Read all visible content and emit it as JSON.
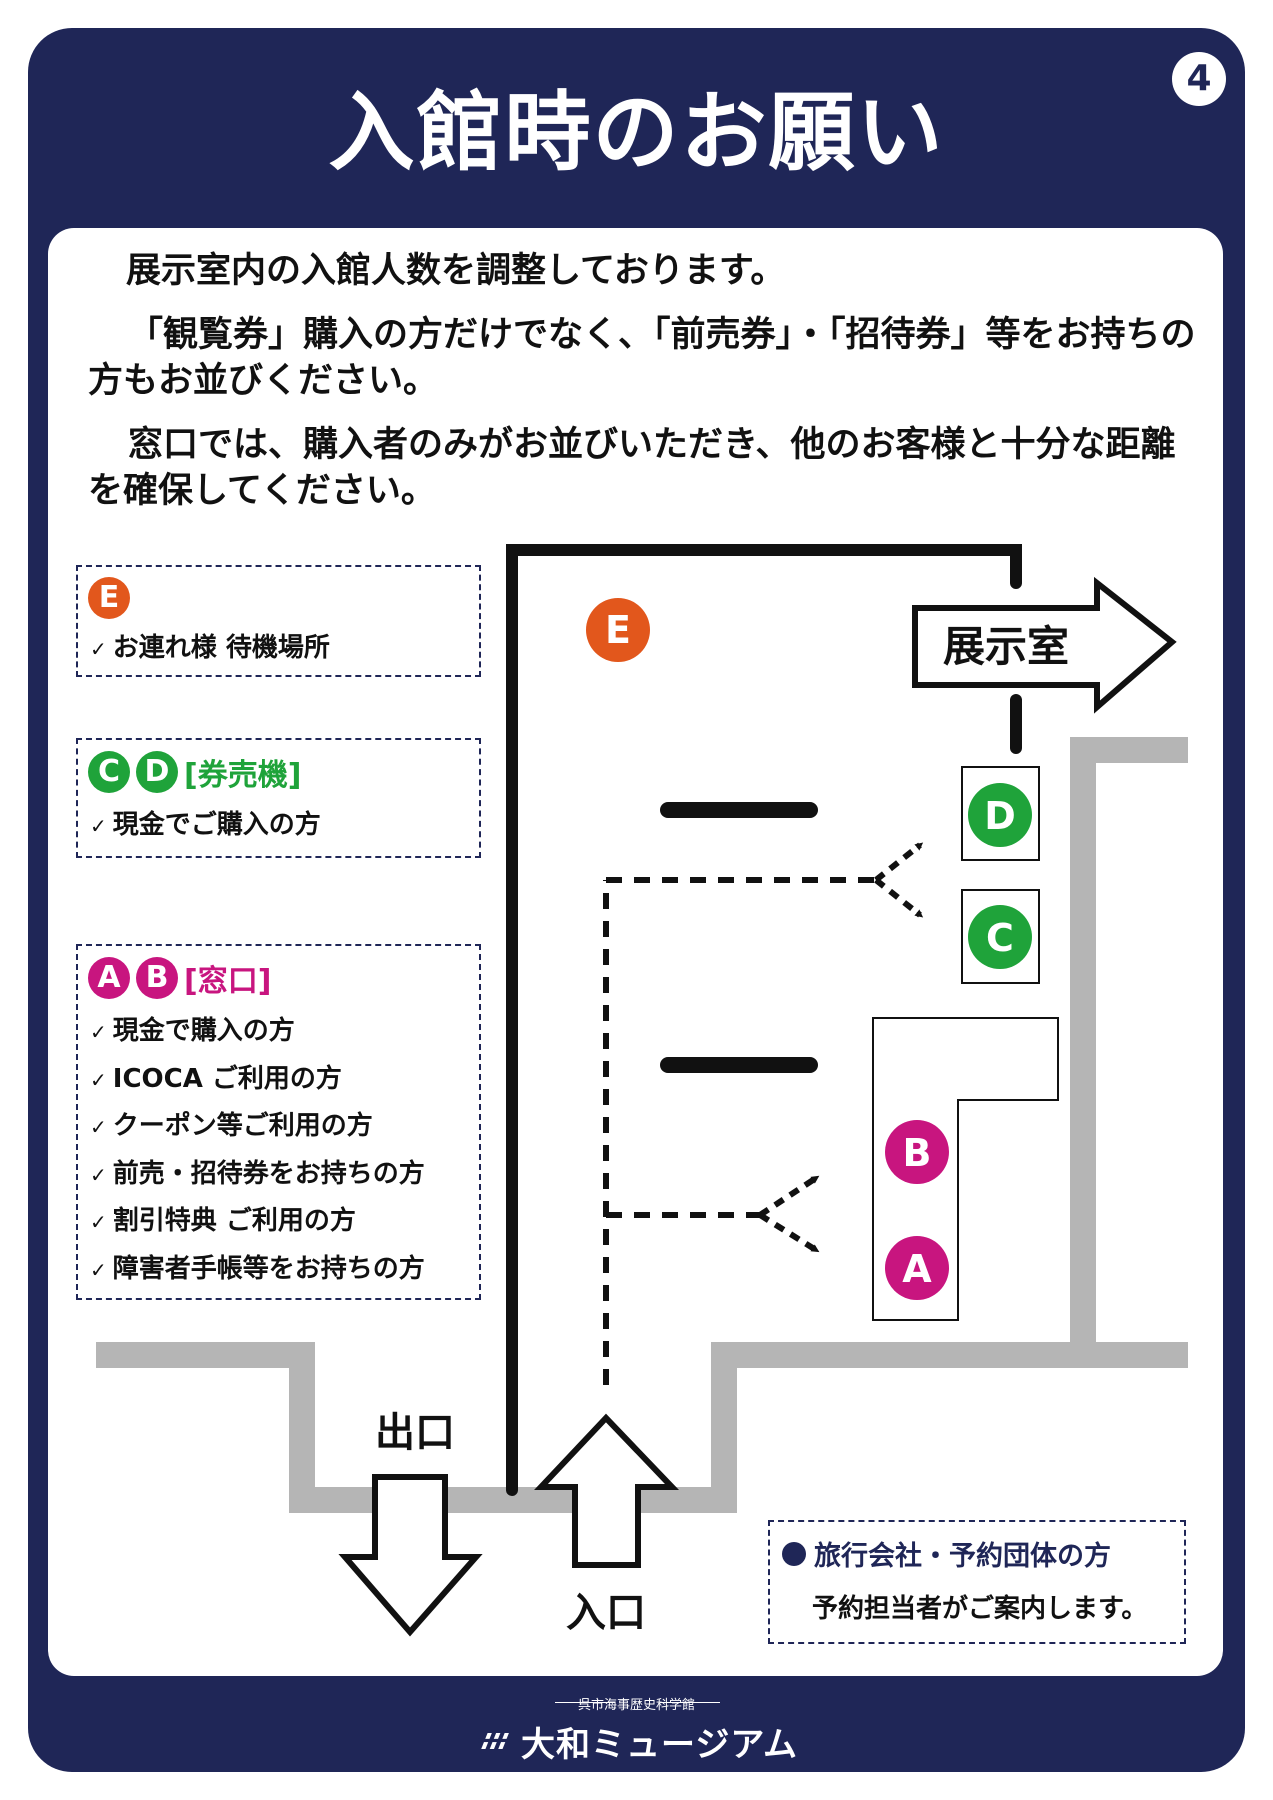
{
  "page_number": "4",
  "title": "入館時のお願い",
  "intro": {
    "p1": "展示室内の入館人数を調整しております。",
    "p2": "「観覧券」購入の方だけでなく、「前売券」・「招待券」等をお持ちの方もお並びください。",
    "p3": "窓口では、購入者のみがお並びいただき、他のお客様と十分な距離を確保してください。"
  },
  "legend": {
    "e": {
      "badge": "E",
      "items": [
        "お連れ様 待機場所"
      ]
    },
    "cd": {
      "badges": [
        "C",
        "D"
      ],
      "title": "[券売機]",
      "items": [
        "現金でご購入の方"
      ]
    },
    "ab": {
      "badges": [
        "A",
        "B"
      ],
      "title": "[窓口]",
      "items": [
        "現金で購入の方",
        "ICOCA ご利用の方",
        "クーポン等ご利用の方",
        "前売・招待券をお持ちの方",
        "割引特典 ご利用の方",
        "障害者手帳等をお持ちの方"
      ]
    }
  },
  "map": {
    "exhibition_room": "展示室",
    "exit": "出口",
    "entrance": "入口",
    "markers": {
      "e": "E",
      "d": "D",
      "c": "C",
      "b": "B",
      "a": "A"
    }
  },
  "travel": {
    "title": "旅行会社・予約団体の方",
    "sub": "予約担当者がご案内します。"
  },
  "footer": {
    "sub": "呉市海事歴史科学館",
    "name": "大和ミュージアム"
  },
  "colors": {
    "navy": "#1f2657",
    "orange": "#e2571c",
    "green": "#1fa33a",
    "pink": "#c8157f",
    "wall_gray": "#b5b5b5"
  }
}
